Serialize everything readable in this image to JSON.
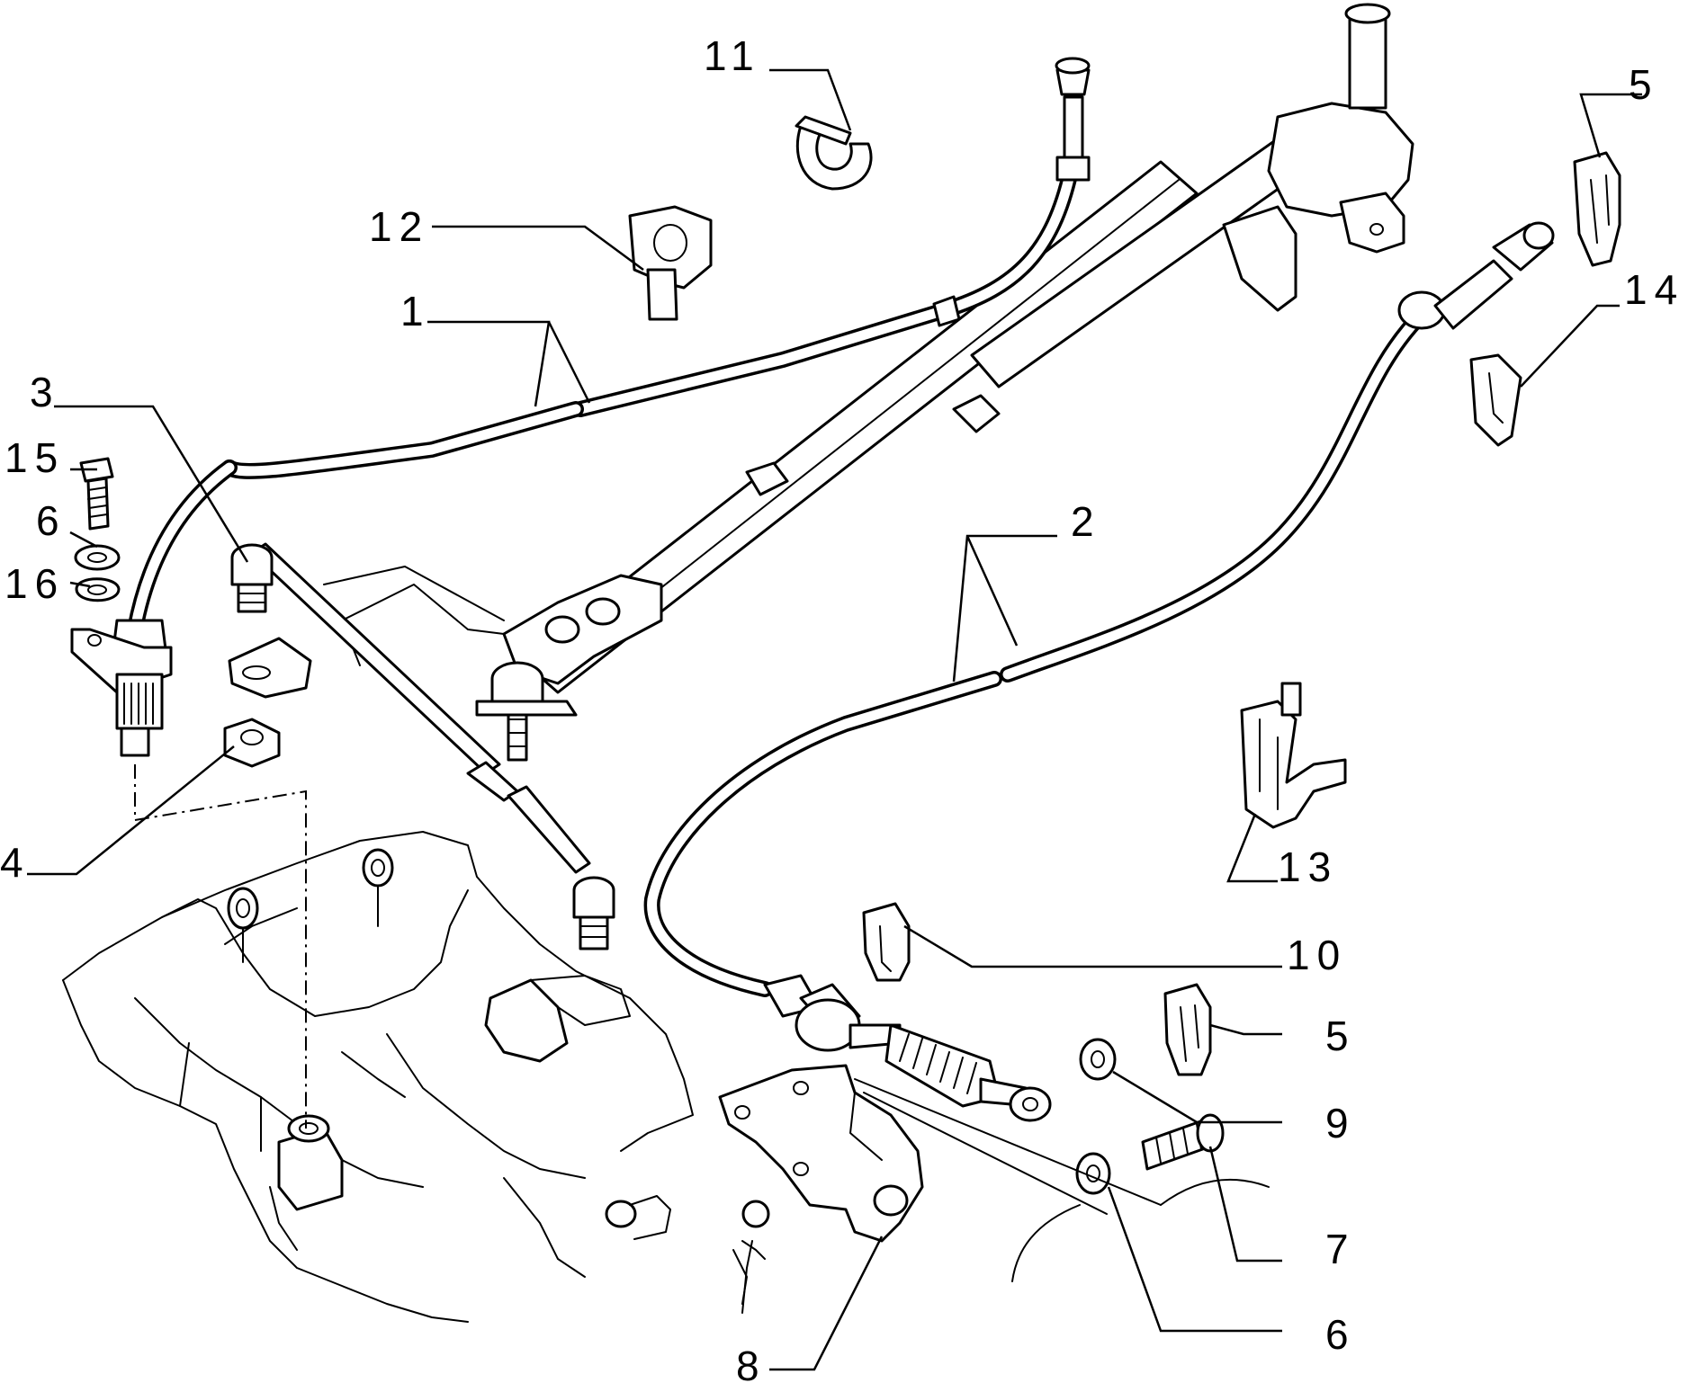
{
  "diagram": {
    "callouts": [
      {
        "id": "c11",
        "label": "11"
      },
      {
        "id": "c12",
        "label": "12"
      },
      {
        "id": "c1",
        "label": "1"
      },
      {
        "id": "c3",
        "label": "3"
      },
      {
        "id": "c15",
        "label": "15"
      },
      {
        "id": "c6a",
        "label": "6"
      },
      {
        "id": "c16",
        "label": "16"
      },
      {
        "id": "c4",
        "label": "4"
      },
      {
        "id": "c5a",
        "label": "5"
      },
      {
        "id": "c14",
        "label": "14"
      },
      {
        "id": "c2",
        "label": "2"
      },
      {
        "id": "c13",
        "label": "13"
      },
      {
        "id": "c10",
        "label": "10"
      },
      {
        "id": "c5b",
        "label": "5"
      },
      {
        "id": "c9",
        "label": "9"
      },
      {
        "id": "c7",
        "label": "7"
      },
      {
        "id": "c6b",
        "label": "6"
      },
      {
        "id": "c8",
        "label": "8"
      }
    ]
  }
}
